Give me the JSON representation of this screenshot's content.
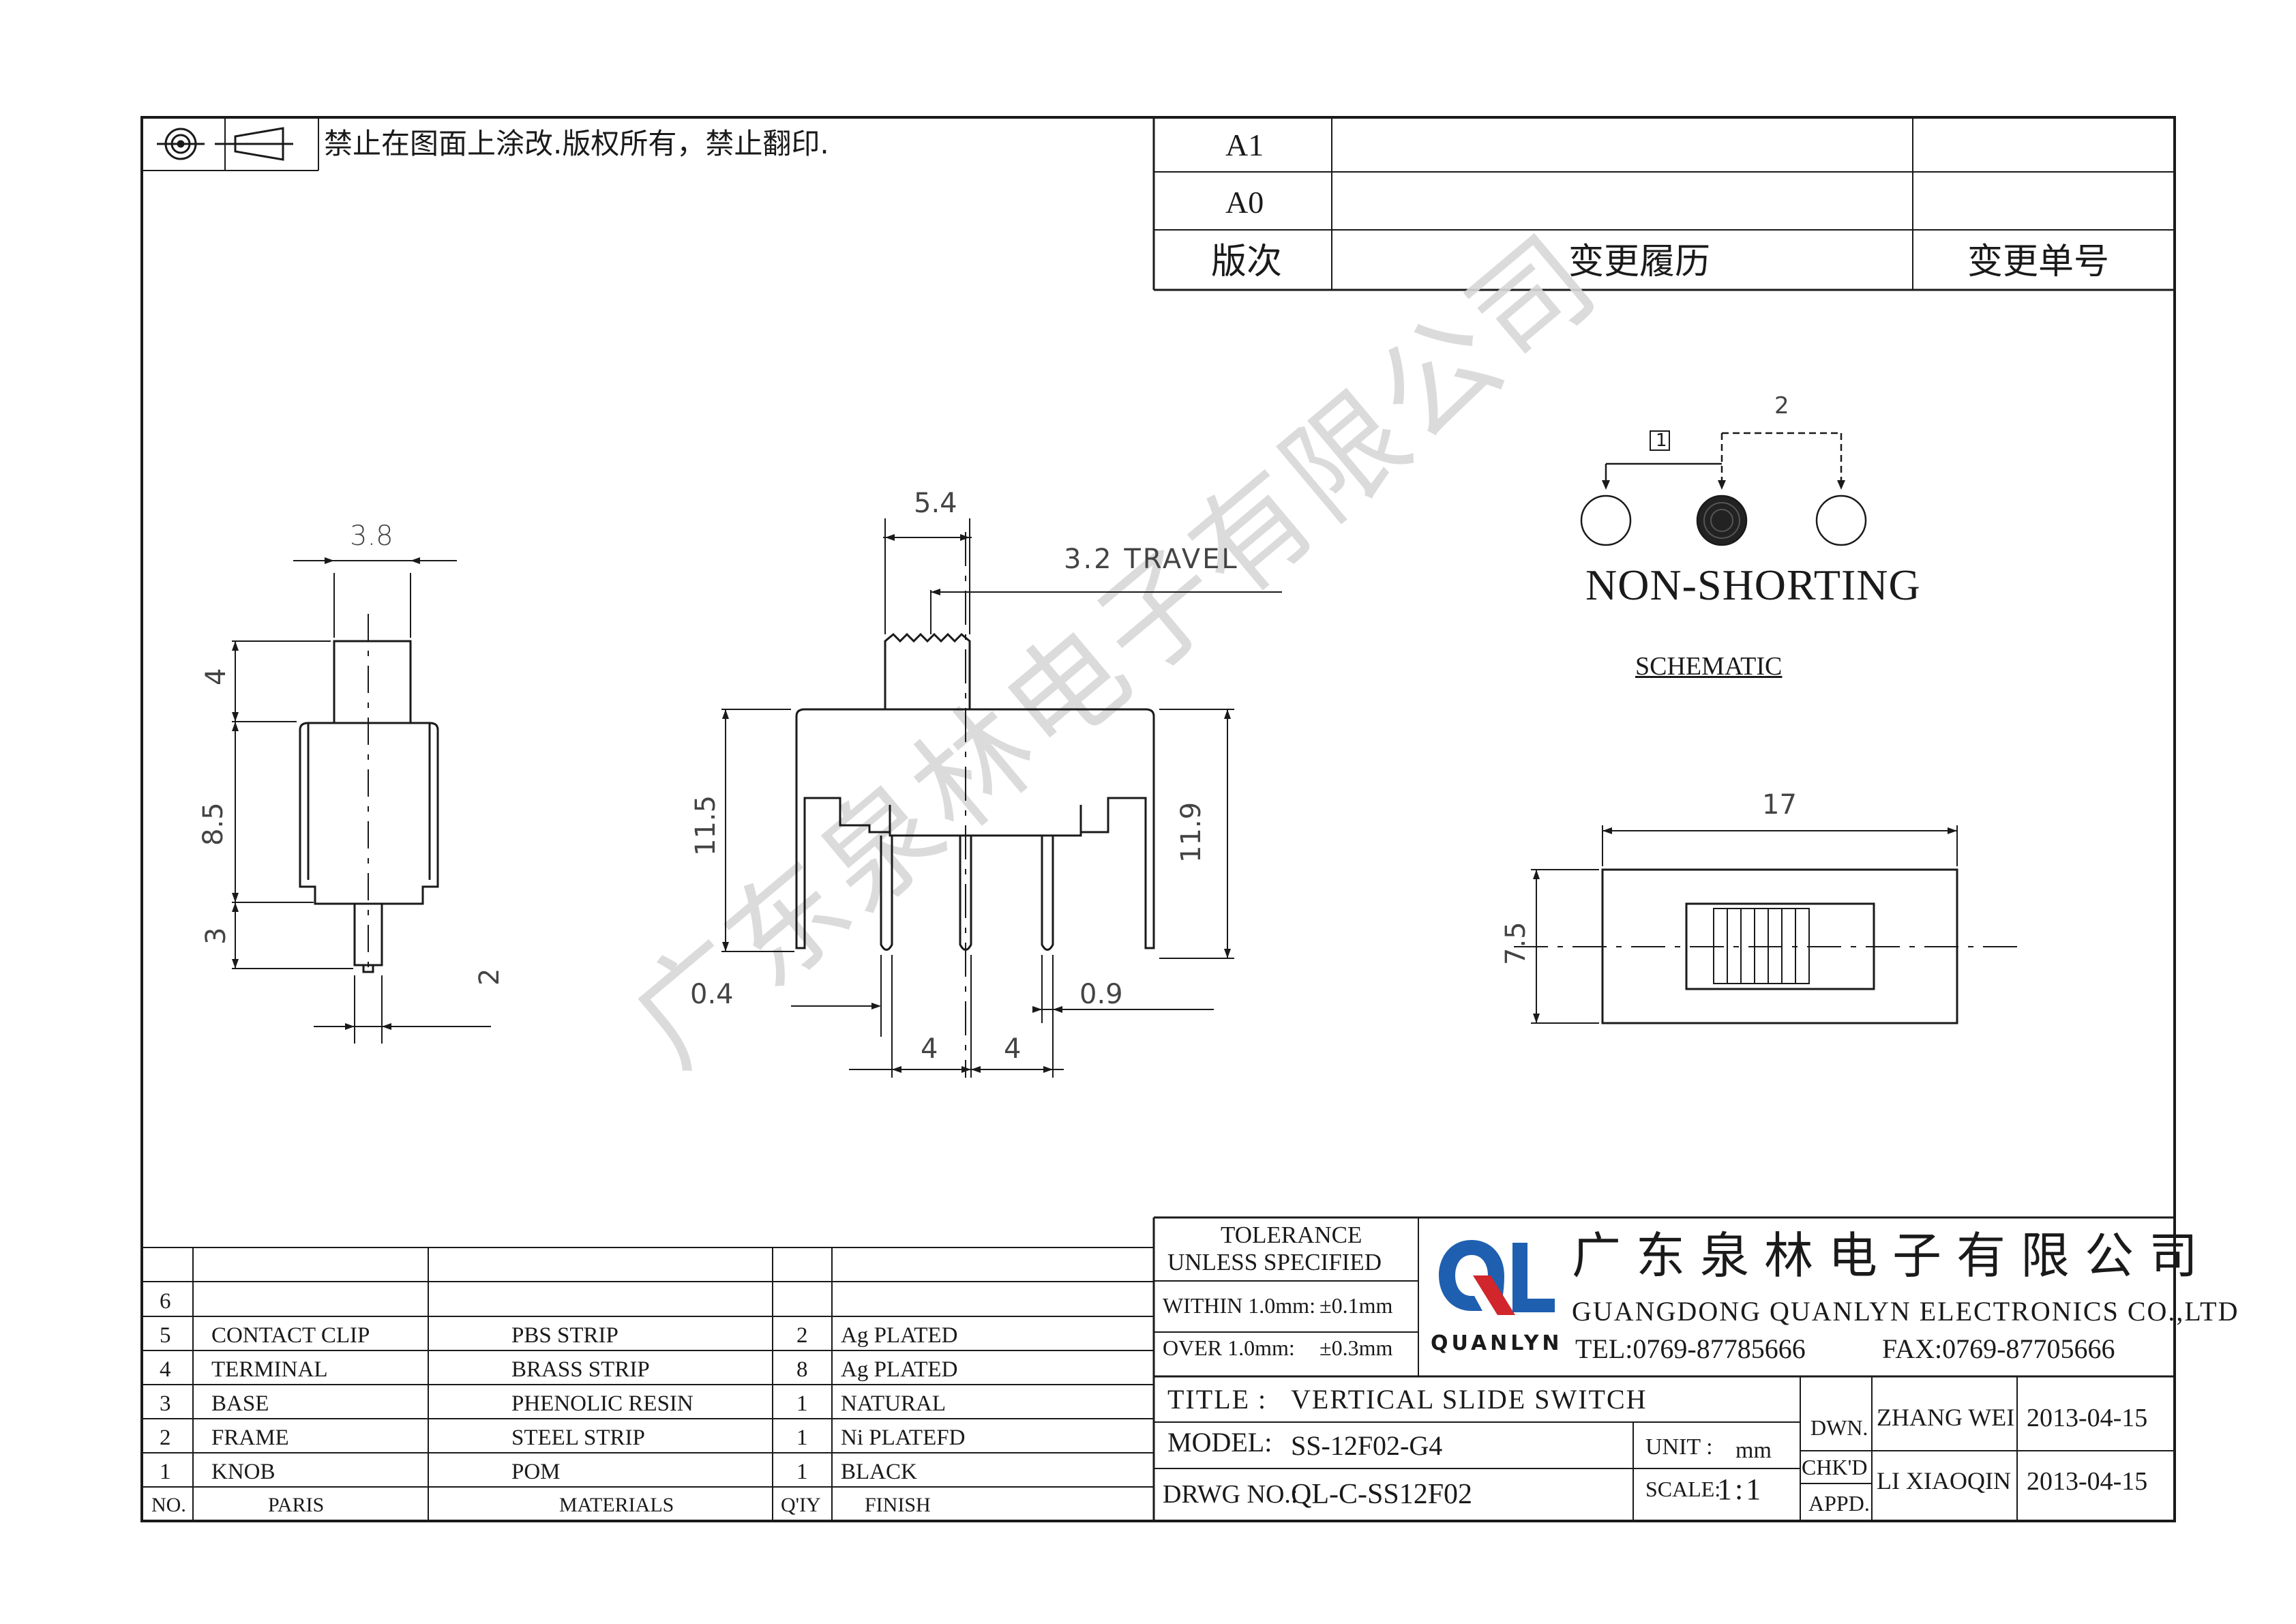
{
  "header": {
    "notice": "禁止在图面上涂改.版权所有，禁止翻印.",
    "revision_rows": [
      "A1",
      "A0"
    ],
    "revision_header": "版次",
    "change_history_header": "变更履历",
    "change_number_header": "变更单号"
  },
  "watermark": "广东泉林电子有限公司",
  "dimensions": {
    "side": {
      "width_top": "3.8",
      "knob_height": "4",
      "body_height": "8.5",
      "pin_height": "3",
      "pin_width": "2"
    },
    "front": {
      "knob_width": "5.4",
      "travel": "3.2 TRAVEL",
      "height_left": "11.5",
      "height_right": "11.9",
      "pin_thickness": "0.4",
      "pin_pitch_1": "4",
      "pin_pitch_2": "4",
      "pin_width": "0.9"
    },
    "top": {
      "length": "17",
      "width": "7.5"
    }
  },
  "schematic": {
    "pos1": "1",
    "pos2": "2",
    "label": "NON-SHORTING",
    "caption": "SCHEMATIC"
  },
  "bom": {
    "rows": [
      {
        "no": "6",
        "part": "",
        "material": "",
        "qty": "",
        "finish": ""
      },
      {
        "no": "5",
        "part": "CONTACT CLIP",
        "material": "PBS STRIP",
        "qty": "2",
        "finish": "Ag PLATED"
      },
      {
        "no": "4",
        "part": "TERMINAL",
        "material": "BRASS STRIP",
        "qty": "8",
        "finish": "Ag PLATED"
      },
      {
        "no": "3",
        "part": "BASE",
        "material": "PHENOLIC RESIN",
        "qty": "1",
        "finish": "NATURAL"
      },
      {
        "no": "2",
        "part": "FRAME",
        "material": "STEEL STRIP",
        "qty": "1",
        "finish": "Ni PLATEFD"
      },
      {
        "no": "1",
        "part": "KNOB",
        "material": "POM",
        "qty": "1",
        "finish": "BLACK"
      }
    ],
    "headers": {
      "no": "NO.",
      "part": "PARIS",
      "material": "MATERIALS",
      "qty": "Q'IY",
      "finish": "FINISH"
    }
  },
  "title_block": {
    "tolerance_1": "TOLERANCE",
    "tolerance_2": "UNLESS SPECIFIED",
    "within": "WITHIN 1.0mm:",
    "within_val": "±0.1mm",
    "over": "OVER 1.0mm:",
    "over_val": "±0.3mm",
    "company_cn": "广东泉林电子有限公司",
    "company_en": "GUANGDONG QUANLYN ELECTRONICS CO.,LTD",
    "logo_word": "QUANLYN",
    "tel": "TEL:0769-87785666",
    "fax": "FAX:0769-87705666",
    "title_label": "TITLE :",
    "title_value": "VERTICAL SLIDE SWITCH",
    "model_label": "MODEL:",
    "model_value": "SS-12F02-G4",
    "drwg_label": "DRWG NO.:",
    "drwg_value": "QL-C-SS12F02",
    "unit_label": "UNIT :",
    "unit_value": "mm",
    "scale_label": "SCALE:",
    "scale_value": "1:1",
    "dwn": "DWN.",
    "chkd": "CHK'D",
    "appd": "APPD.",
    "drawn_by": "ZHANG WEI",
    "drawn_date": "2013-04-15",
    "checked_by": "LI XIAOQIN",
    "checked_date": "2013-04-15"
  },
  "colors": {
    "logo_blue": "#1f5fb0",
    "logo_red": "#d0262c",
    "line": "#1a1a1a",
    "watermark": "#d8d8d8"
  }
}
